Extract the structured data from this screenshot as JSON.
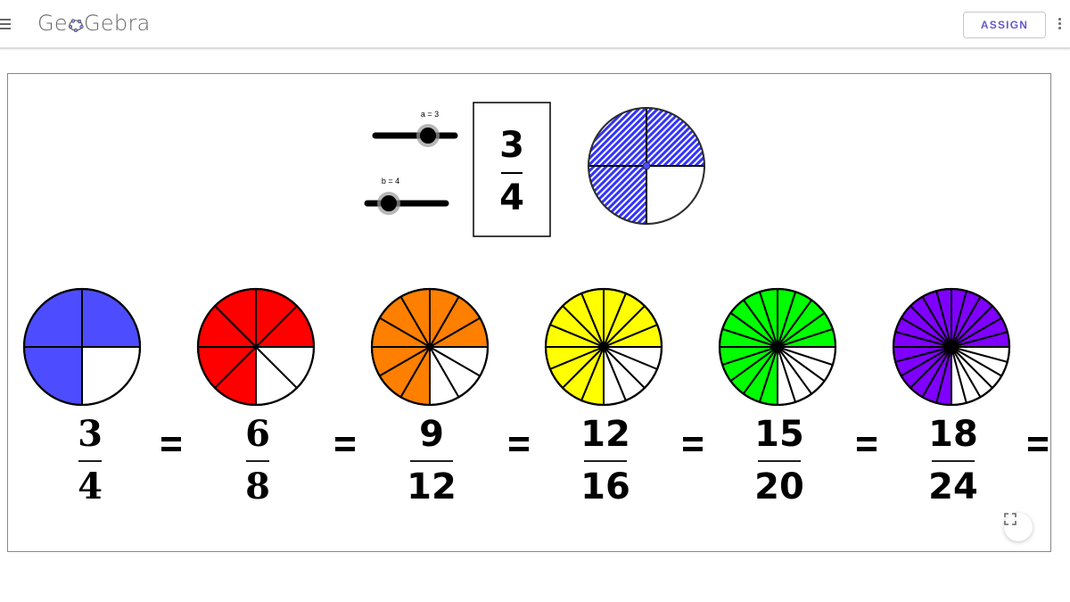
{
  "header": {
    "logo_text_left": "Ge",
    "logo_text_right": "Gebra",
    "logo_full": "GeoGebra",
    "assign_label": "ASSIGN",
    "menu_icon": "hamburger-menu-icon",
    "more_icon": "vertical-dots-icon",
    "assign_color": "#6557d2"
  },
  "applet": {
    "sliders": [
      {
        "name": "a",
        "label": "a = 3",
        "value": 3
      },
      {
        "name": "b",
        "label": "b = 4",
        "value": 4
      }
    ],
    "fraction_box": {
      "numerator": "3",
      "denominator": "4"
    },
    "top_pie": {
      "shaded": 3,
      "parts": 4,
      "color": "#3333ff",
      "pattern": "diagonal-hatch"
    },
    "pies": [
      {
        "numerator": "3",
        "denominator": "4",
        "shaded": 3,
        "parts": 4,
        "color": "#4d4dff"
      },
      {
        "numerator": "6",
        "denominator": "8",
        "shaded": 6,
        "parts": 8,
        "color": "#ff0000"
      },
      {
        "numerator": "9",
        "denominator": "12",
        "shaded": 9,
        "parts": 12,
        "color": "#ff7f00"
      },
      {
        "numerator": "12",
        "denominator": "16",
        "shaded": 12,
        "parts": 16,
        "color": "#ffff00"
      },
      {
        "numerator": "15",
        "denominator": "20",
        "shaded": 15,
        "parts": 20,
        "color": "#00ff00"
      },
      {
        "numerator": "18",
        "denominator": "24",
        "shaded": 18,
        "parts": 24,
        "color": "#7f00ff"
      }
    ],
    "equals_sign": "=",
    "fullscreen_icon": "fullscreen-icon"
  }
}
